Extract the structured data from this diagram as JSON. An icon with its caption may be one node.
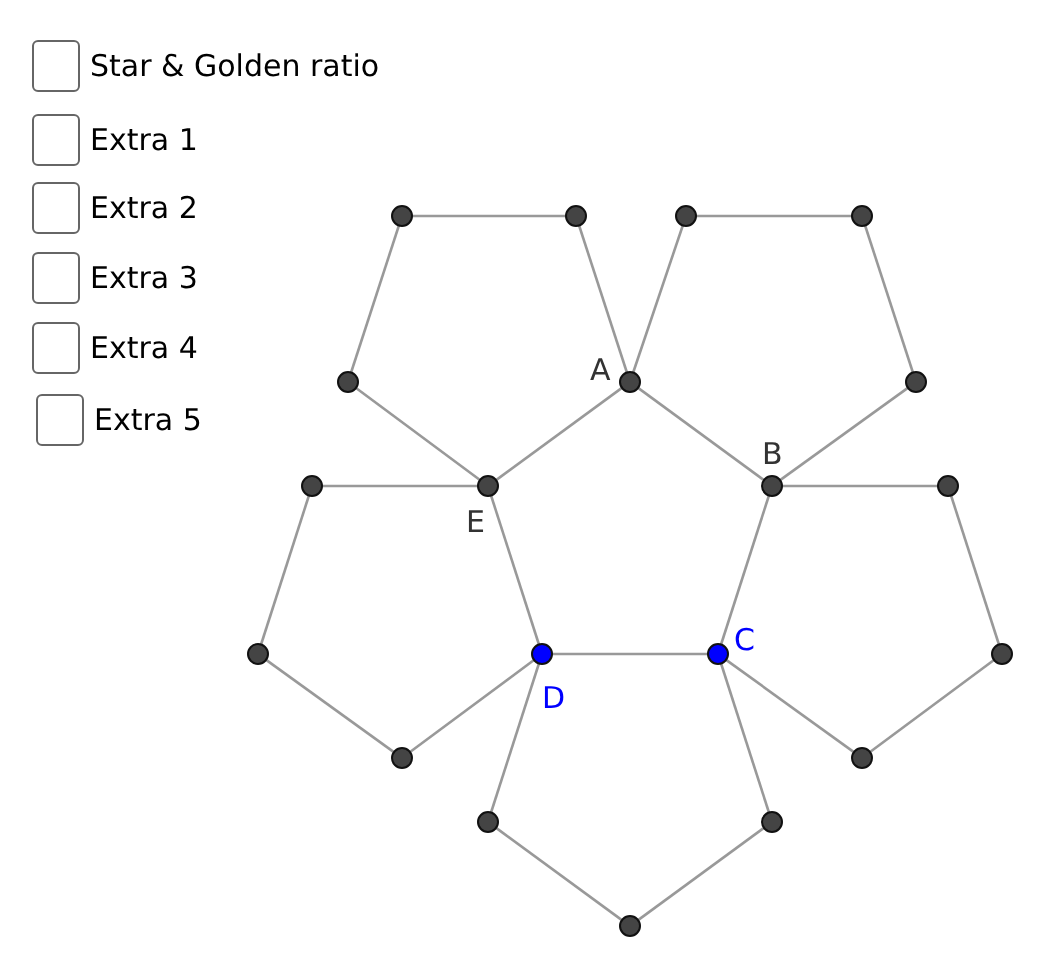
{
  "diagram": {
    "nodes": [
      {
        "text": [
          "Star & Golden ratio"
        ]
      },
      {
        "text": [
          "Extra 1"
        ]
      },
      {
        "text": [
          "Extra 2"
        ]
      },
      {
        "text": [
          "Extra 3"
        ]
      },
      {
        "text": [
          "Extra 4"
        ]
      },
      {
        "text": [
          "Extra 5"
        ]
      },
      {
        "text": [],
        "shape": "circle",
        "beside": [
          "A"
        ]
      },
      {
        "text": [],
        "shape": "circle",
        "beside": [
          "B"
        ]
      },
      {
        "text": [],
        "shape": "circle",
        "beside": [
          "C"
        ]
      },
      {
        "text": [],
        "shape": "circle",
        "beside": [
          "D"
        ]
      },
      {
        "text": [],
        "shape": "circle",
        "beside": [
          "E"
        ]
      },
      {
        "text": [],
        "shape": "circle"
      },
      {
        "text": [],
        "shape": "circle"
      },
      {
        "text": [],
        "shape": "circle"
      },
      {
        "text": [],
        "shape": "circle"
      },
      {
        "text": [],
        "shape": "circle"
      },
      {
        "text": [],
        "shape": "circle"
      },
      {
        "text": [],
        "shape": "circle"
      },
      {
        "text": [],
        "shape": "circle"
      },
      {
        "text": [],
        "shape": "circle"
      },
      {
        "text": [],
        "shape": "circle"
      },
      {
        "text": [],
        "shape": "circle"
      },
      {
        "text": [],
        "shape": "circle"
      },
      {
        "text": [],
        "shape": "circle"
      },
      {
        "text": [],
        "shape": "circle"
      },
      {
        "text": [],
        "shape": "circle"
      }
    ],
    "edges": [
      {
        "from": 6,
        "to": 7,
        "arrow": "none"
      },
      {
        "from": 7,
        "to": 8,
        "arrow": "none"
      },
      {
        "from": 8,
        "to": 9,
        "arrow": "none"
      },
      {
        "from": 9,
        "to": 10,
        "arrow": "none"
      },
      {
        "from": 10,
        "to": 6,
        "arrow": "none"
      },
      {
        "from": 6,
        "to": 12,
        "arrow": "none"
      },
      {
        "from": 12,
        "to": 11,
        "arrow": "none"
      },
      {
        "from": 11,
        "to": 15,
        "arrow": "none"
      },
      {
        "from": 15,
        "to": 10,
        "arrow": "none"
      },
      {
        "from": 6,
        "to": 13,
        "arrow": "none"
      },
      {
        "from": 13,
        "to": 14,
        "arrow": "none"
      },
      {
        "from": 14,
        "to": 16,
        "arrow": "none"
      },
      {
        "from": 16,
        "to": 7,
        "arrow": "none"
      },
      {
        "from": 7,
        "to": 18,
        "arrow": "none"
      },
      {
        "from": 18,
        "to": 20,
        "arrow": "none"
      },
      {
        "from": 20,
        "to": 22,
        "arrow": "none"
      },
      {
        "from": 22,
        "to": 8,
        "arrow": "none"
      },
      {
        "from": 8,
        "to": 24,
        "arrow": "none"
      },
      {
        "from": 24,
        "to": 25,
        "arrow": "none"
      },
      {
        "from": 25,
        "to": 23,
        "arrow": "none"
      },
      {
        "from": 23,
        "to": 9,
        "arrow": "none"
      },
      {
        "from": 9,
        "to": 21,
        "arrow": "none"
      },
      {
        "from": 21,
        "to": 19,
        "arrow": "none"
      },
      {
        "from": 19,
        "to": 17,
        "arrow": "none"
      },
      {
        "from": 17,
        "to": 10,
        "arrow": "none"
      }
    ]
  }
}
